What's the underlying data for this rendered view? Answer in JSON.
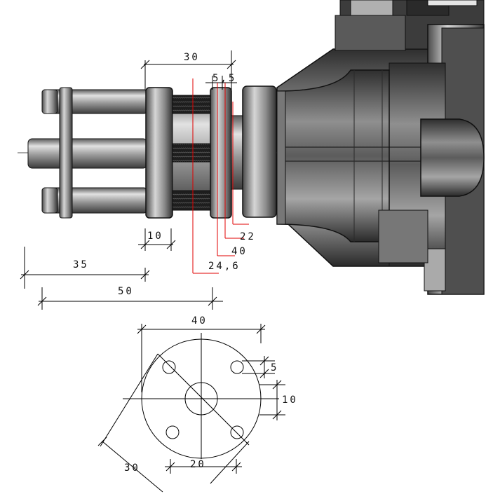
{
  "side_view": {
    "dimensions": {
      "top_30": "30",
      "gap_5_5": "5,5",
      "d22": "22",
      "d40": "40",
      "d24_6": "24,6",
      "len10": "10",
      "len35": "35",
      "len50": "50"
    }
  },
  "front_view": {
    "dimensions": {
      "dia40": "40",
      "hole5": "5",
      "hub10": "10",
      "diag30": "30",
      "span20": "20"
    }
  },
  "colors": {
    "leader_red": "#e00000",
    "line_black": "#000000",
    "metal_dark": "#3a3a3a",
    "metal_light": "#c9c9c9"
  }
}
